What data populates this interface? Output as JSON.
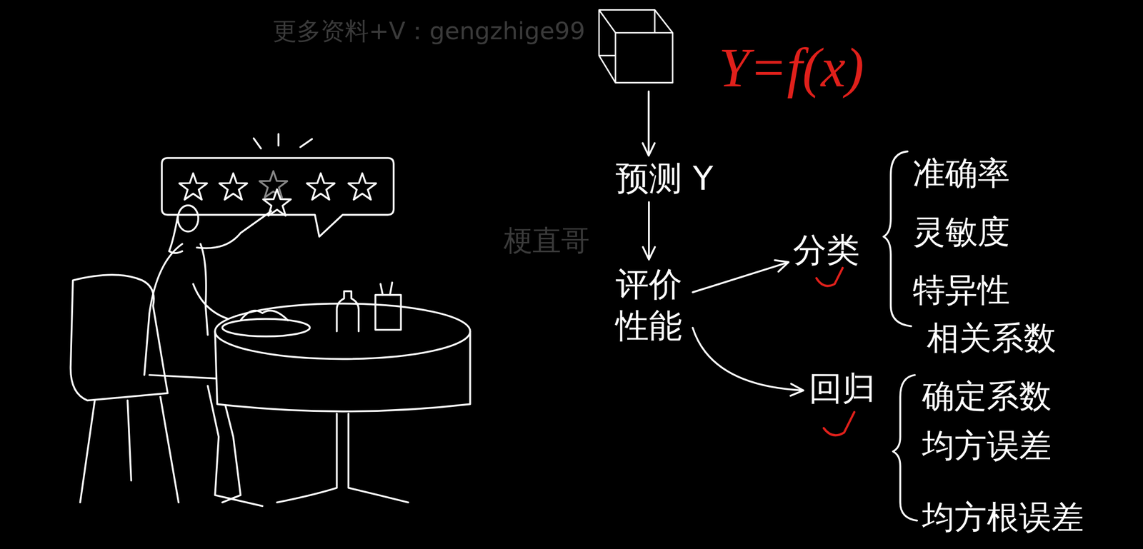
{
  "diagram": {
    "nodes": [
      {
        "text": [
          "Y=f(x)"
        ]
      },
      {
        "text": [
          "预测 Y"
        ]
      },
      {
        "text": [
          "评价 性能"
        ]
      },
      {
        "text": [
          "分类"
        ]
      },
      {
        "text": [
          "回归"
        ]
      }
    ],
    "edges": [
      {
        "from": 0,
        "to": 1,
        "arrow": "to"
      },
      {
        "from": 1,
        "to": 2,
        "arrow": "to"
      },
      {
        "from": 2,
        "to": 3,
        "arrow": "to"
      },
      {
        "from": 2,
        "to": 4,
        "arrow": "to"
      }
    ],
    "labels": [
      "更多资料+V：gengzhige99",
      "梗直哥",
      "准确率",
      "灵敏度",
      "特异性",
      "相关系数",
      "确定系数",
      "均方误差",
      "均方根误差"
    ]
  }
}
